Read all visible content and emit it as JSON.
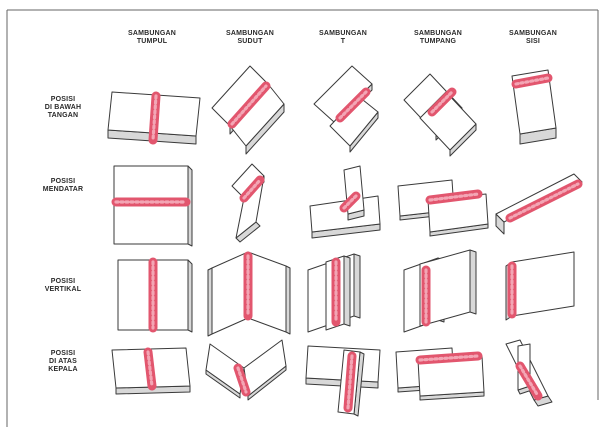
{
  "columns": [
    {
      "line1": "SAMBUNGAN",
      "line2": "TUMPUL"
    },
    {
      "line1": "SAMBUNGAN",
      "line2": "SUDUT"
    },
    {
      "line1": "SAMBUNGAN",
      "line2": "T"
    },
    {
      "line1": "SAMBUNGAN",
      "line2": "TUMPANG"
    },
    {
      "line1": "SAMBUNGAN",
      "line2": "SISI"
    }
  ],
  "rows": [
    {
      "lines": [
        "POSISI",
        "DI BAWAH",
        "TANGAN"
      ]
    },
    {
      "lines": [
        "POSISI",
        "MENDATAR",
        ""
      ]
    },
    {
      "lines": [
        "POSISI",
        "VERTIKAL",
        ""
      ]
    },
    {
      "lines": [
        "POSISI",
        "DI ATAS",
        "KEPALA"
      ]
    }
  ],
  "colors": {
    "plate_stroke": "#3a3a3a",
    "plate_face": "#ffffff",
    "plate_edge": "#d8d8d8",
    "weld": "#e2566e",
    "weld_light": "#f3a6b5",
    "frame": "#666666"
  },
  "icons": [
    "welded-plates-illustration",
    "weld-bead-icon"
  ]
}
